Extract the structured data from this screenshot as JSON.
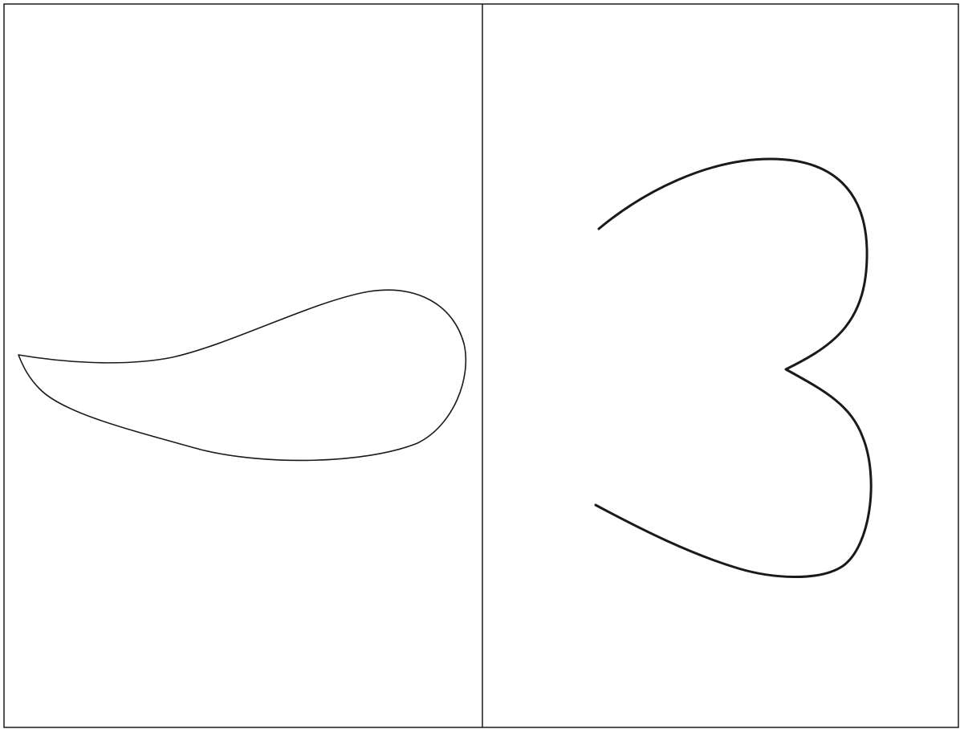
{
  "figure": {
    "panel_count": 2,
    "background": "#ffffff",
    "line_color": "#1a1a1a",
    "panels": [
      {
        "id": "left",
        "shape": "teardrop-closed-curve",
        "text": ""
      },
      {
        "id": "right",
        "shape": "heart-like-open-curve",
        "text": ""
      }
    ]
  }
}
